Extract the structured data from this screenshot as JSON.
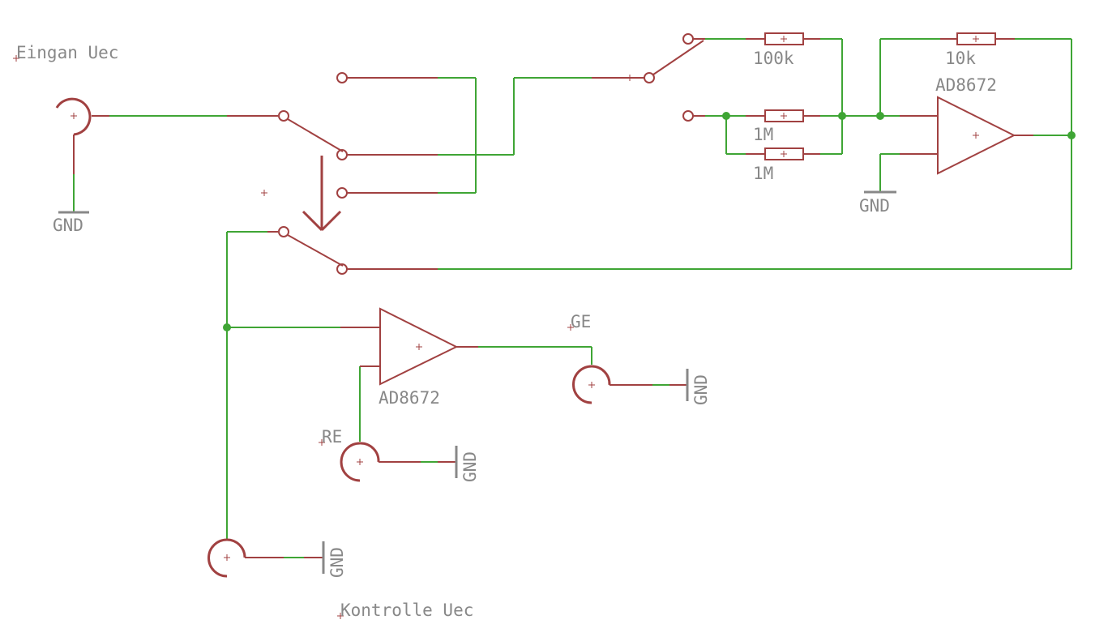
{
  "labels": {
    "input": "Eingan Uec",
    "control": "Kontrolle Uec",
    "ge": "GE",
    "re": "RE",
    "gnd": "GND",
    "r1": "100k",
    "r2": "1M",
    "r3": "1M",
    "r4": "10k",
    "opamp1": "AD8672",
    "opamp2": "AD8672"
  },
  "colors": {
    "wire": "#3fa535",
    "component": "#a14141",
    "text": "#888888",
    "junction": "#3fa535"
  }
}
